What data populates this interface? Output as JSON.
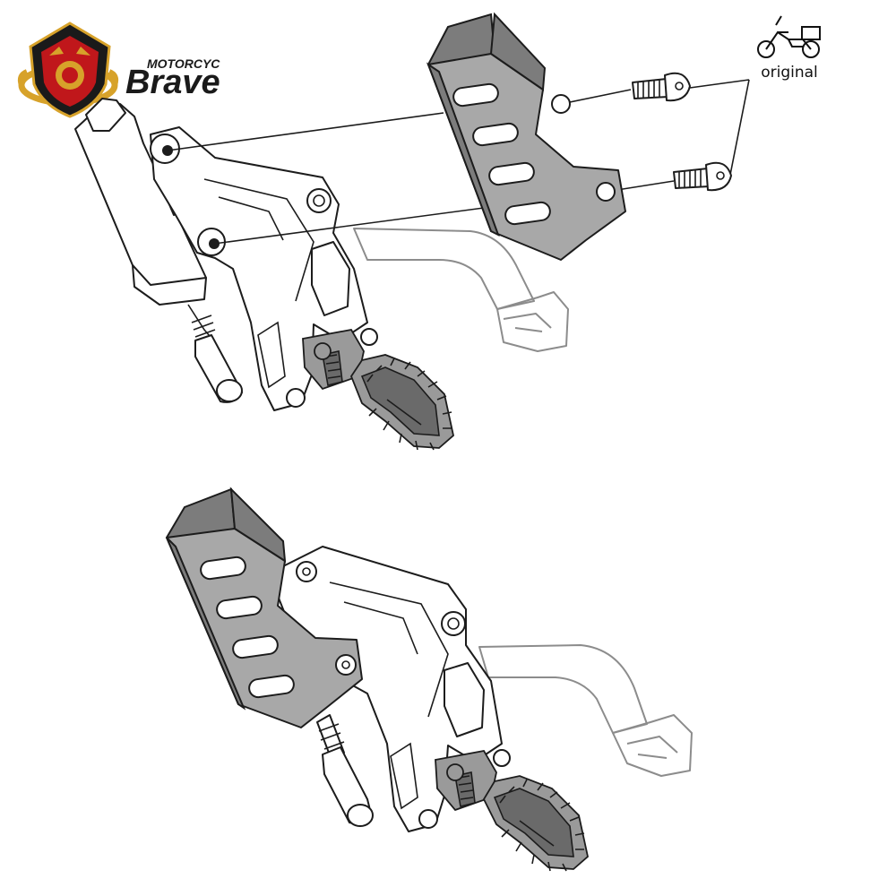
{
  "brand": {
    "line1": "MOTORCYC",
    "line2": "Brave"
  },
  "original_label": "original",
  "icons": {
    "logo": "brave-shield-logo",
    "bike": "motorcycle-icon"
  },
  "colors": {
    "plate": "#a8a8a8",
    "shield_red": "#c0171b",
    "shield_gold": "#d7a22a",
    "shield_black": "#1a1a1a"
  }
}
